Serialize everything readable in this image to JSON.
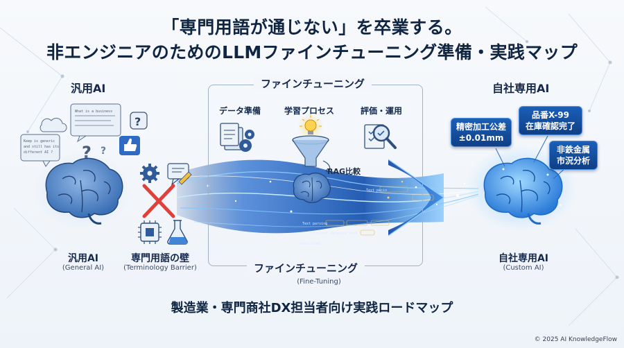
{
  "title": {
    "line1": "「専門用語が通じない」を卒業する。",
    "line2": "非エンジニアのためのLLMファインチューニング準備・実践マップ"
  },
  "left": {
    "heading": "汎用AI",
    "label": "汎用AI",
    "label_en": "(General AI)",
    "bubbles": [
      "What is a business",
      "Keep is generic",
      "and still has its",
      "different AI ?"
    ]
  },
  "barrier": {
    "label": "専門用語の壁",
    "label_en": "(Terminology Barrier)"
  },
  "finetune": {
    "top_label": "ファインチューニング",
    "bottom_label": "ファインチューニング",
    "bottom_en": "(Fine-Tuning)",
    "steps": [
      "データ準備",
      "学習プロセス",
      "評価・運用"
    ],
    "rag_label": "RAG比較",
    "stream_text": [
      "Text parsing",
      "retrieval database bond",
      "associated",
      "Text pacio"
    ]
  },
  "right": {
    "heading": "自社専用AI",
    "label": "自社専用AI",
    "label_en": "(Custom AI)",
    "badges": [
      {
        "line1": "精密加工公差",
        "line2": "±0.01mm"
      },
      {
        "line1": "品番X-99",
        "line2": "在庫確認完了"
      },
      {
        "line1": "非鉄金属",
        "line2": "市況分析"
      }
    ]
  },
  "subtitle": "製造業・専門商社DX担当者向け実践ロードマップ",
  "copyright": "© 2025 AI KnowledgeFlow",
  "colors": {
    "navy": "#0f2542",
    "accent_blue": "#1b5fb8",
    "glow": "#5fb8ff",
    "cross": "#e0403a"
  }
}
